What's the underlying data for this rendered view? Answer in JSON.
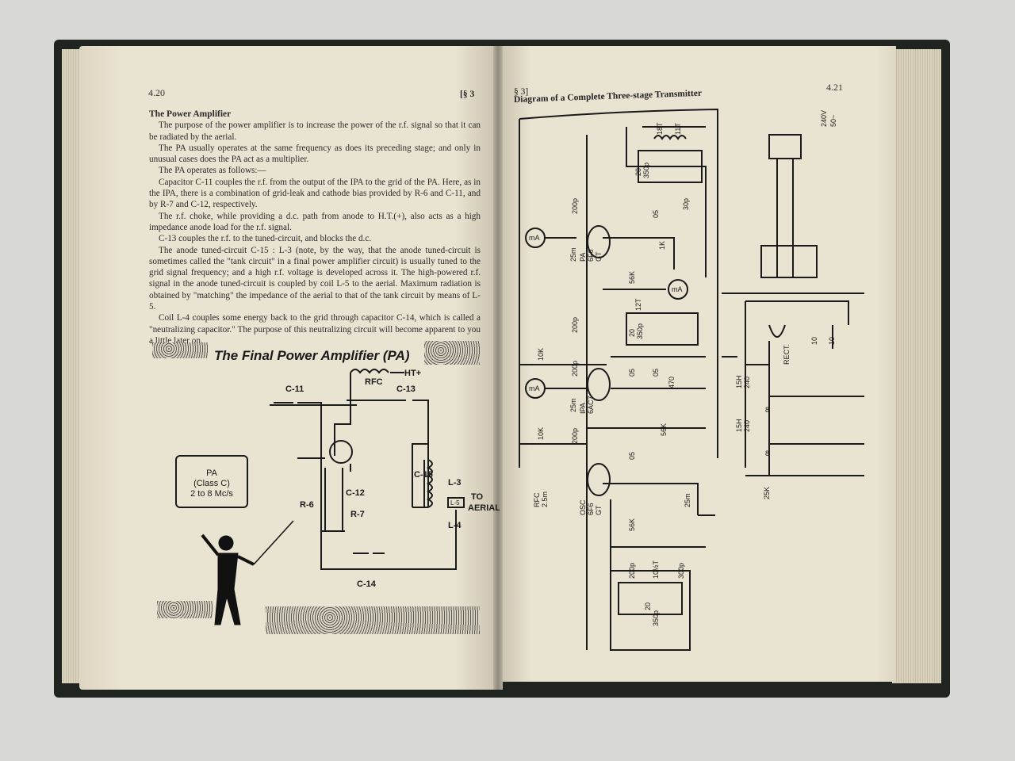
{
  "left_page": {
    "page_number": "4.20",
    "section_mark": "[§ 3",
    "heading": "The Power Amplifier",
    "paragraphs": [
      "The purpose of the power amplifier is to increase the power of the r.f. signal so that it can be radiated by the aerial.",
      "The PA usually operates at the same frequency as does its preceding stage; and only in unusual cases does the PA act as a multiplier.",
      "The PA operates as follows:—",
      "Capacitor C-11 couples the r.f. from the output of the IPA to the grid of the PA. Here, as in the IPA, there is a combination of grid-leak and cathode bias provided by R-6 and C-11, and by R-7 and C-12, respectively.",
      "The r.f. choke, while providing a d.c. path from anode to H.T.(+), also acts as a high impedance anode load for the r.f. signal.",
      "C-13 couples the r.f. to the tuned-circuit, and blocks the d.c.",
      "The anode tuned-circuit C-15 : L-3 (note, by the way, that the anode tuned-circuit is sometimes called the \"tank circuit\" in a final power amplifier circuit) is usually tuned to the grid signal frequency; and a high r.f. voltage is developed across it. The high-powered r.f. signal in the anode tuned-circuit is coupled by coil L-5 to the aerial.  Maximum radiation is obtained by \"matching\" the impedance of the aerial to that of the tank circuit by means of L-5.",
      "Coil L-4 couples some energy back to the grid through capacitor C-14, which is called a \"neutralizing capacitor.\"  The purpose of this neutralizing circuit will become apparent to you a little later on."
    ],
    "diagram": {
      "title": "The Final Power Amplifier (PA)",
      "labels": {
        "rfc": "RFC",
        "ht": "HT+",
        "c11": "C-11",
        "c13": "C-13",
        "c15": "C-15",
        "l3": "L-3",
        "l5": "L-5",
        "to": "TO",
        "aerial": "AERIAL",
        "l4": "L-4",
        "r6": "R-6",
        "c12": "C-12",
        "r7": "R-7",
        "c14": "C-14"
      },
      "box": [
        "PA",
        "(Class C)",
        "2 to 8 Mc/s"
      ]
    }
  },
  "right_page": {
    "section_mark": "§ 3]",
    "page_number": "4.21",
    "heading": "Diagram of a Complete Three-stage Transmitter",
    "labels": {
      "mains": "240V",
      "hz": "50~",
      "t18": "18T",
      "t11": "11T",
      "c20a": "20",
      "c350a": "350p",
      "c30": "30p",
      "c200a": "200p",
      "c05a": "05",
      "r1k": "1K",
      "ma1": "mA",
      "ind25a": "25m",
      "pa": "PA",
      "pa_tube": "6F6",
      "pa_gt": "GT",
      "r56a": "56K",
      "ma2": "mA",
      "t12": "12T",
      "c200b": "200p",
      "c20b": "20",
      "c350b": "350p",
      "r10a": "10K",
      "c200c": "200p",
      "ma3": "mA",
      "ind25b": "25m",
      "ipa": "IPA",
      "ipa_tube": "6AC7",
      "c05b": "05",
      "c05c": "05",
      "r470": "470",
      "r10b": "10K",
      "c200d": "200p",
      "c05d": "05",
      "r56b": "56K",
      "osc": "OSC",
      "osc_tube": "6F6",
      "osc_gt": "GT",
      "rfc": "RFC",
      "rfc_val": "2.5m",
      "ind25c": "25m",
      "r56c": "56K",
      "c200e": "200p",
      "t10": "10½T",
      "c300": "300p",
      "c20c": "20",
      "c350c": "350p",
      "rect": "RECT.",
      "h15a": "15H",
      "v240a": "240",
      "h15b": "15H",
      "v240b": "240",
      "c8a": "8",
      "c8b": "8",
      "r25k": "25K",
      "r10c": "10",
      "r10d": "10"
    }
  }
}
